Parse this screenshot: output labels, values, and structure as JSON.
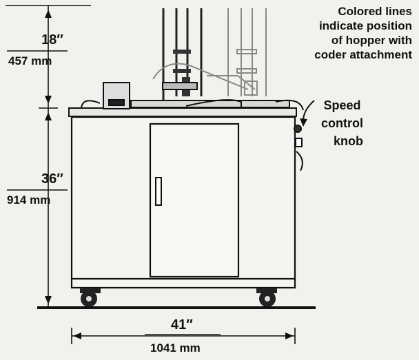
{
  "note": {
    "lines": [
      "Colored lines",
      "indicate position",
      "of hopper with",
      "coder attachment"
    ]
  },
  "callout": {
    "lines": [
      "Speed",
      "control",
      "knob"
    ]
  },
  "dimensions": {
    "top_height": {
      "imperial": "18″",
      "metric": "457 mm"
    },
    "cabinet_height": {
      "imperial": "36″",
      "metric": "914 mm"
    },
    "width": {
      "imperial": "41″",
      "metric": "1041 mm"
    }
  }
}
